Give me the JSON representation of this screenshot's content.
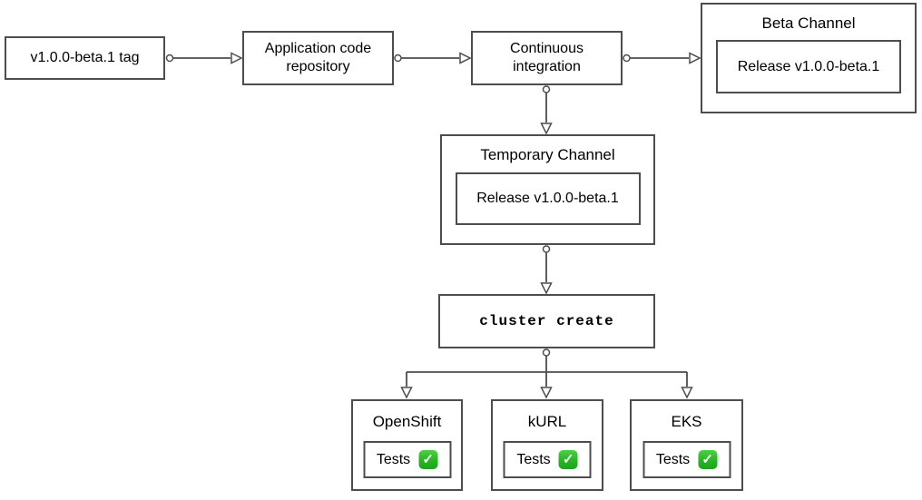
{
  "diagram": {
    "nodes": {
      "tag": {
        "label": "v1.0.0-beta.1 tag"
      },
      "app_repo": {
        "label": "Application code\nrepository"
      },
      "ci": {
        "label": "Continuous\nintegration"
      },
      "beta_channel": {
        "title": "Beta Channel",
        "release": "Release v1.0.0-beta.1"
      },
      "temp_channel": {
        "title": "Temporary Channel",
        "release": "Release v1.0.0-beta.1"
      },
      "cluster_create": {
        "label": "cluster create"
      },
      "platforms": [
        {
          "title": "OpenShift",
          "tests_label": "Tests",
          "tests_status": "passed"
        },
        {
          "title": "kURL",
          "tests_label": "Tests",
          "tests_status": "passed"
        },
        {
          "title": "EKS",
          "tests_label": "Tests",
          "tests_status": "passed"
        }
      ]
    },
    "icons": {
      "check_icon": "check-mark-button",
      "check_glyph": "✓"
    },
    "colors": {
      "border": "#4d4d4d",
      "connector": "#4d4d4d",
      "check_green": "#27b522",
      "background": "#ffffff",
      "text": "#000000"
    }
  }
}
